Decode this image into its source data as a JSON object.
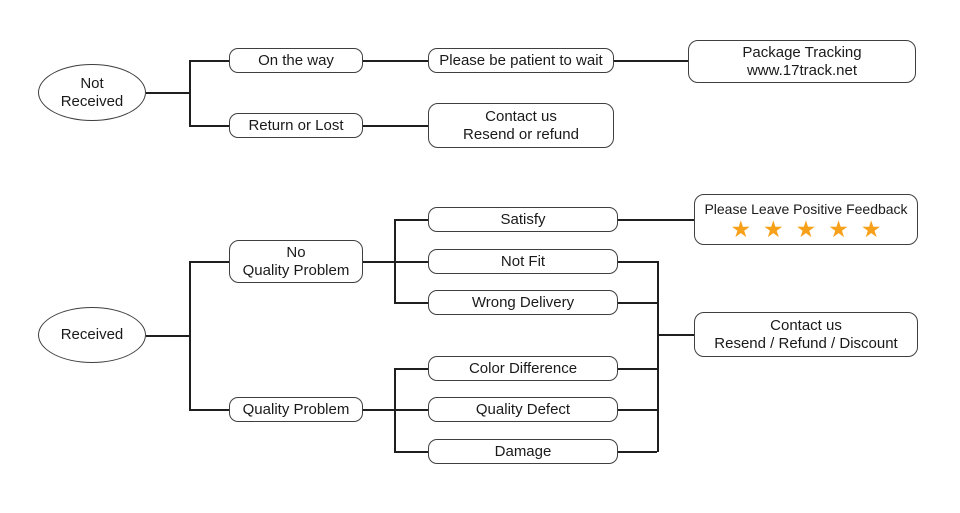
{
  "diagram": {
    "type": "flowchart",
    "colors": {
      "background": "#ffffff",
      "line": "#1f1f1f",
      "box_border": "#3f3f3f",
      "text": "#1a1a1a",
      "star": "#F7A11B"
    },
    "nodes": {
      "not_received": "Not\nReceived",
      "received": "Received",
      "on_the_way": "On the way",
      "return_or_lost": "Return or Lost",
      "please_be_patient": "Please be patient to wait",
      "package_tracking": "Package Tracking\nwww.17track.net",
      "contact_resend_refund": "Contact us\nResend or refund",
      "no_quality_problem": "No\nQuality Problem",
      "quality_problem": "Quality Problem",
      "satisfy": "Satisfy",
      "not_fit": "Not Fit",
      "wrong_delivery": "Wrong Delivery",
      "color_difference": "Color Difference",
      "quality_defect": "Quality Defect",
      "damage": "Damage",
      "positive_feedback_title": "Please Leave Positive Feedback",
      "feedback_stars": "★★★★★",
      "feedback_star_count": 5,
      "contact_resend_refund_discount": "Contact us\nResend / Refund / Discount"
    },
    "edges": [
      [
        "not_received",
        "on_the_way"
      ],
      [
        "not_received",
        "return_or_lost"
      ],
      [
        "on_the_way",
        "please_be_patient"
      ],
      [
        "please_be_patient",
        "package_tracking"
      ],
      [
        "return_or_lost",
        "contact_resend_refund"
      ],
      [
        "received",
        "no_quality_problem"
      ],
      [
        "received",
        "quality_problem"
      ],
      [
        "no_quality_problem",
        "satisfy"
      ],
      [
        "no_quality_problem",
        "not_fit"
      ],
      [
        "no_quality_problem",
        "wrong_delivery"
      ],
      [
        "quality_problem",
        "color_difference"
      ],
      [
        "quality_problem",
        "quality_defect"
      ],
      [
        "quality_problem",
        "damage"
      ],
      [
        "satisfy",
        "positive_feedback_title"
      ],
      [
        "not_fit",
        "contact_resend_refund_discount"
      ],
      [
        "wrong_delivery",
        "contact_resend_refund_discount"
      ],
      [
        "color_difference",
        "contact_resend_refund_discount"
      ],
      [
        "quality_defect",
        "contact_resend_refund_discount"
      ],
      [
        "damage",
        "contact_resend_refund_discount"
      ]
    ]
  }
}
